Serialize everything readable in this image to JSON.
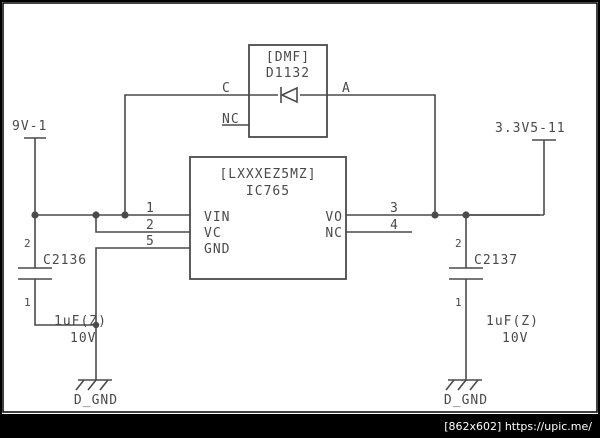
{
  "ic": {
    "type": "[LXXXEZ5MZ]",
    "ref": "IC765",
    "pins": {
      "vin": "VIN",
      "vc": "VC",
      "gnd": "GND",
      "vo": "VO",
      "nc": "NC"
    },
    "pin_numbers": {
      "p1": "1",
      "p2": "2",
      "p5": "5",
      "p3": "3",
      "p4": "4"
    }
  },
  "diode": {
    "type": "[DMF]",
    "ref": "D1132",
    "cathode": "C",
    "anode": "A",
    "nc": "NC"
  },
  "nets": {
    "input": "9V-1",
    "output": "3.3V5-11"
  },
  "cap_left": {
    "ref": "C2136",
    "pin_top": "2",
    "pin_bottom": "1",
    "value": "1uF(Z)",
    "voltage": "10V"
  },
  "cap_right": {
    "ref": "C2137",
    "pin_top": "2",
    "pin_bottom": "1",
    "value": "1uF(Z)",
    "voltage": "10V"
  },
  "ground_left": "D_GND",
  "ground_right": "D_GND",
  "watermark": "[862x602] https://upic.me/",
  "colors": {
    "line": "#4a4a4a",
    "frame": "#000000",
    "background": "#ffffff"
  }
}
